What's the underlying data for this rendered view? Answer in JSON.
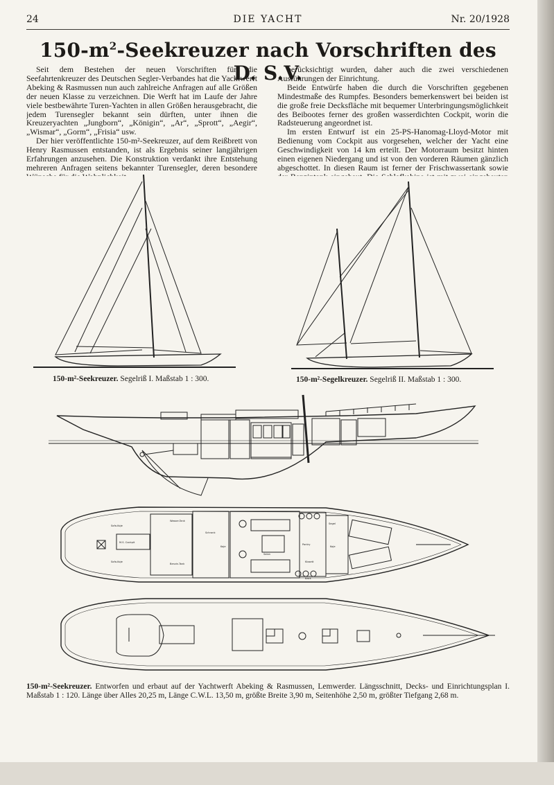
{
  "header": {
    "page_number": "24",
    "magazine": "DIE YACHT",
    "issue": "Nr. 20/1928"
  },
  "article": {
    "title_pre": "150-m",
    "title_sup": "2",
    "title_post": "-Seekreuzer nach Vorschriften des D. S.V.",
    "left_paragraphs": [
      "Seit dem Bestehen der neuen Vorschriften für die Seefahrtenkreuzer des Deutschen Segler-Verbandes hat die Yachtwerft Abeking & Rasmussen nun auch zahlreiche Anfragen auf alle Größen der neuen Klasse zu verzeichnen. Die Werft hat im Laufe der Jahre viele bestbewährte Turen-Yachten in allen Größen herausgebracht, die jedem Turensegler bekannt sein dürften, unter ihnen die Kreuzeryachten „Jungborn“, „Königin“, „Ar“, „Sprott“, „Aegir“, „Wismar“, „Gorm“, „Frisia“ usw.",
      "Der hier veröffentlichte 150-m²-Seekreuzer, auf dem Reißbrett von Henry Rasmussen entstanden, ist als Ergebnis seiner langjährigen Erfahrungen anzusehen. Die Konstruktion verdankt ihre Entstehung mehreren Anfragen seitens bekannter Turensegler, deren besondere Wünsche für die Wohnlichkeit"
    ],
    "right_paragraphs": [
      "berücksichtigt wurden, daher auch die zwei verschiedenen Ausführungen der Einrichtung.",
      "Beide Entwürfe haben die durch die Vorschriften gegebenen Mindestmaße des Rumpfes. Besonders bemerkenswert bei beiden ist die große freie Decksfläche mit bequemer Unterbringungsmöglichkeit des Beibootes ferner des großen wasserdichten Cockpit, worin die Radsteuerung angeordnet ist.",
      "Im ersten Entwurf ist ein 25-PS-Hanomag-Lloyd-Motor mit Bedienung vom Cockpit aus vorgesehen, welcher der Yacht eine Geschwindigkeit von 14 km erteilt. Der Motorraum besitzt hinten einen eigenen Niedergang und ist von den vorderen Räumen gänzlich abgeschottet. In diesen Raum ist ferner der Frischwassertank sowie der Benzintank eingebaut. Die Schlafkabine ist mit zwei eingebauten Kojen, Polster-"
    ]
  },
  "figures": {
    "sail_plan_1": {
      "bold": "150-m²-Seekreuzer.",
      "rest": "Segelriß I. Maßstab 1 : 300."
    },
    "sail_plan_2": {
      "bold": "150-m²-Segelkreuzer.",
      "rest": "Segelriß II. Maßstab 1 : 300."
    },
    "plan_labels": [
      "Wasser-Tank",
      "Benzin-Tank",
      "Sofa-Koje",
      "M.S. Cockpit",
      "Sofa-Koje",
      "Koje",
      "Schrank",
      "Salon",
      "Klosett",
      "Pantry",
      "Segel",
      "Koje",
      "Back"
    ],
    "bottom_caption": {
      "bold": "150-m²-Seekreuzer.",
      "rest": "Entworfen und erbaut auf der Yachtwerft Abeking & Rasmussen, Lemwerder. Längsschnitt, Decks- und Einrichtungsplan I. Maßstab 1 : 120. Länge über Alles 20,25 m, Länge C.W.L. 13,50 m, größte Breite 3,90 m, Seitenhöhe 2,50 m, größter Tiefgang 2,68 m."
    }
  }
}
